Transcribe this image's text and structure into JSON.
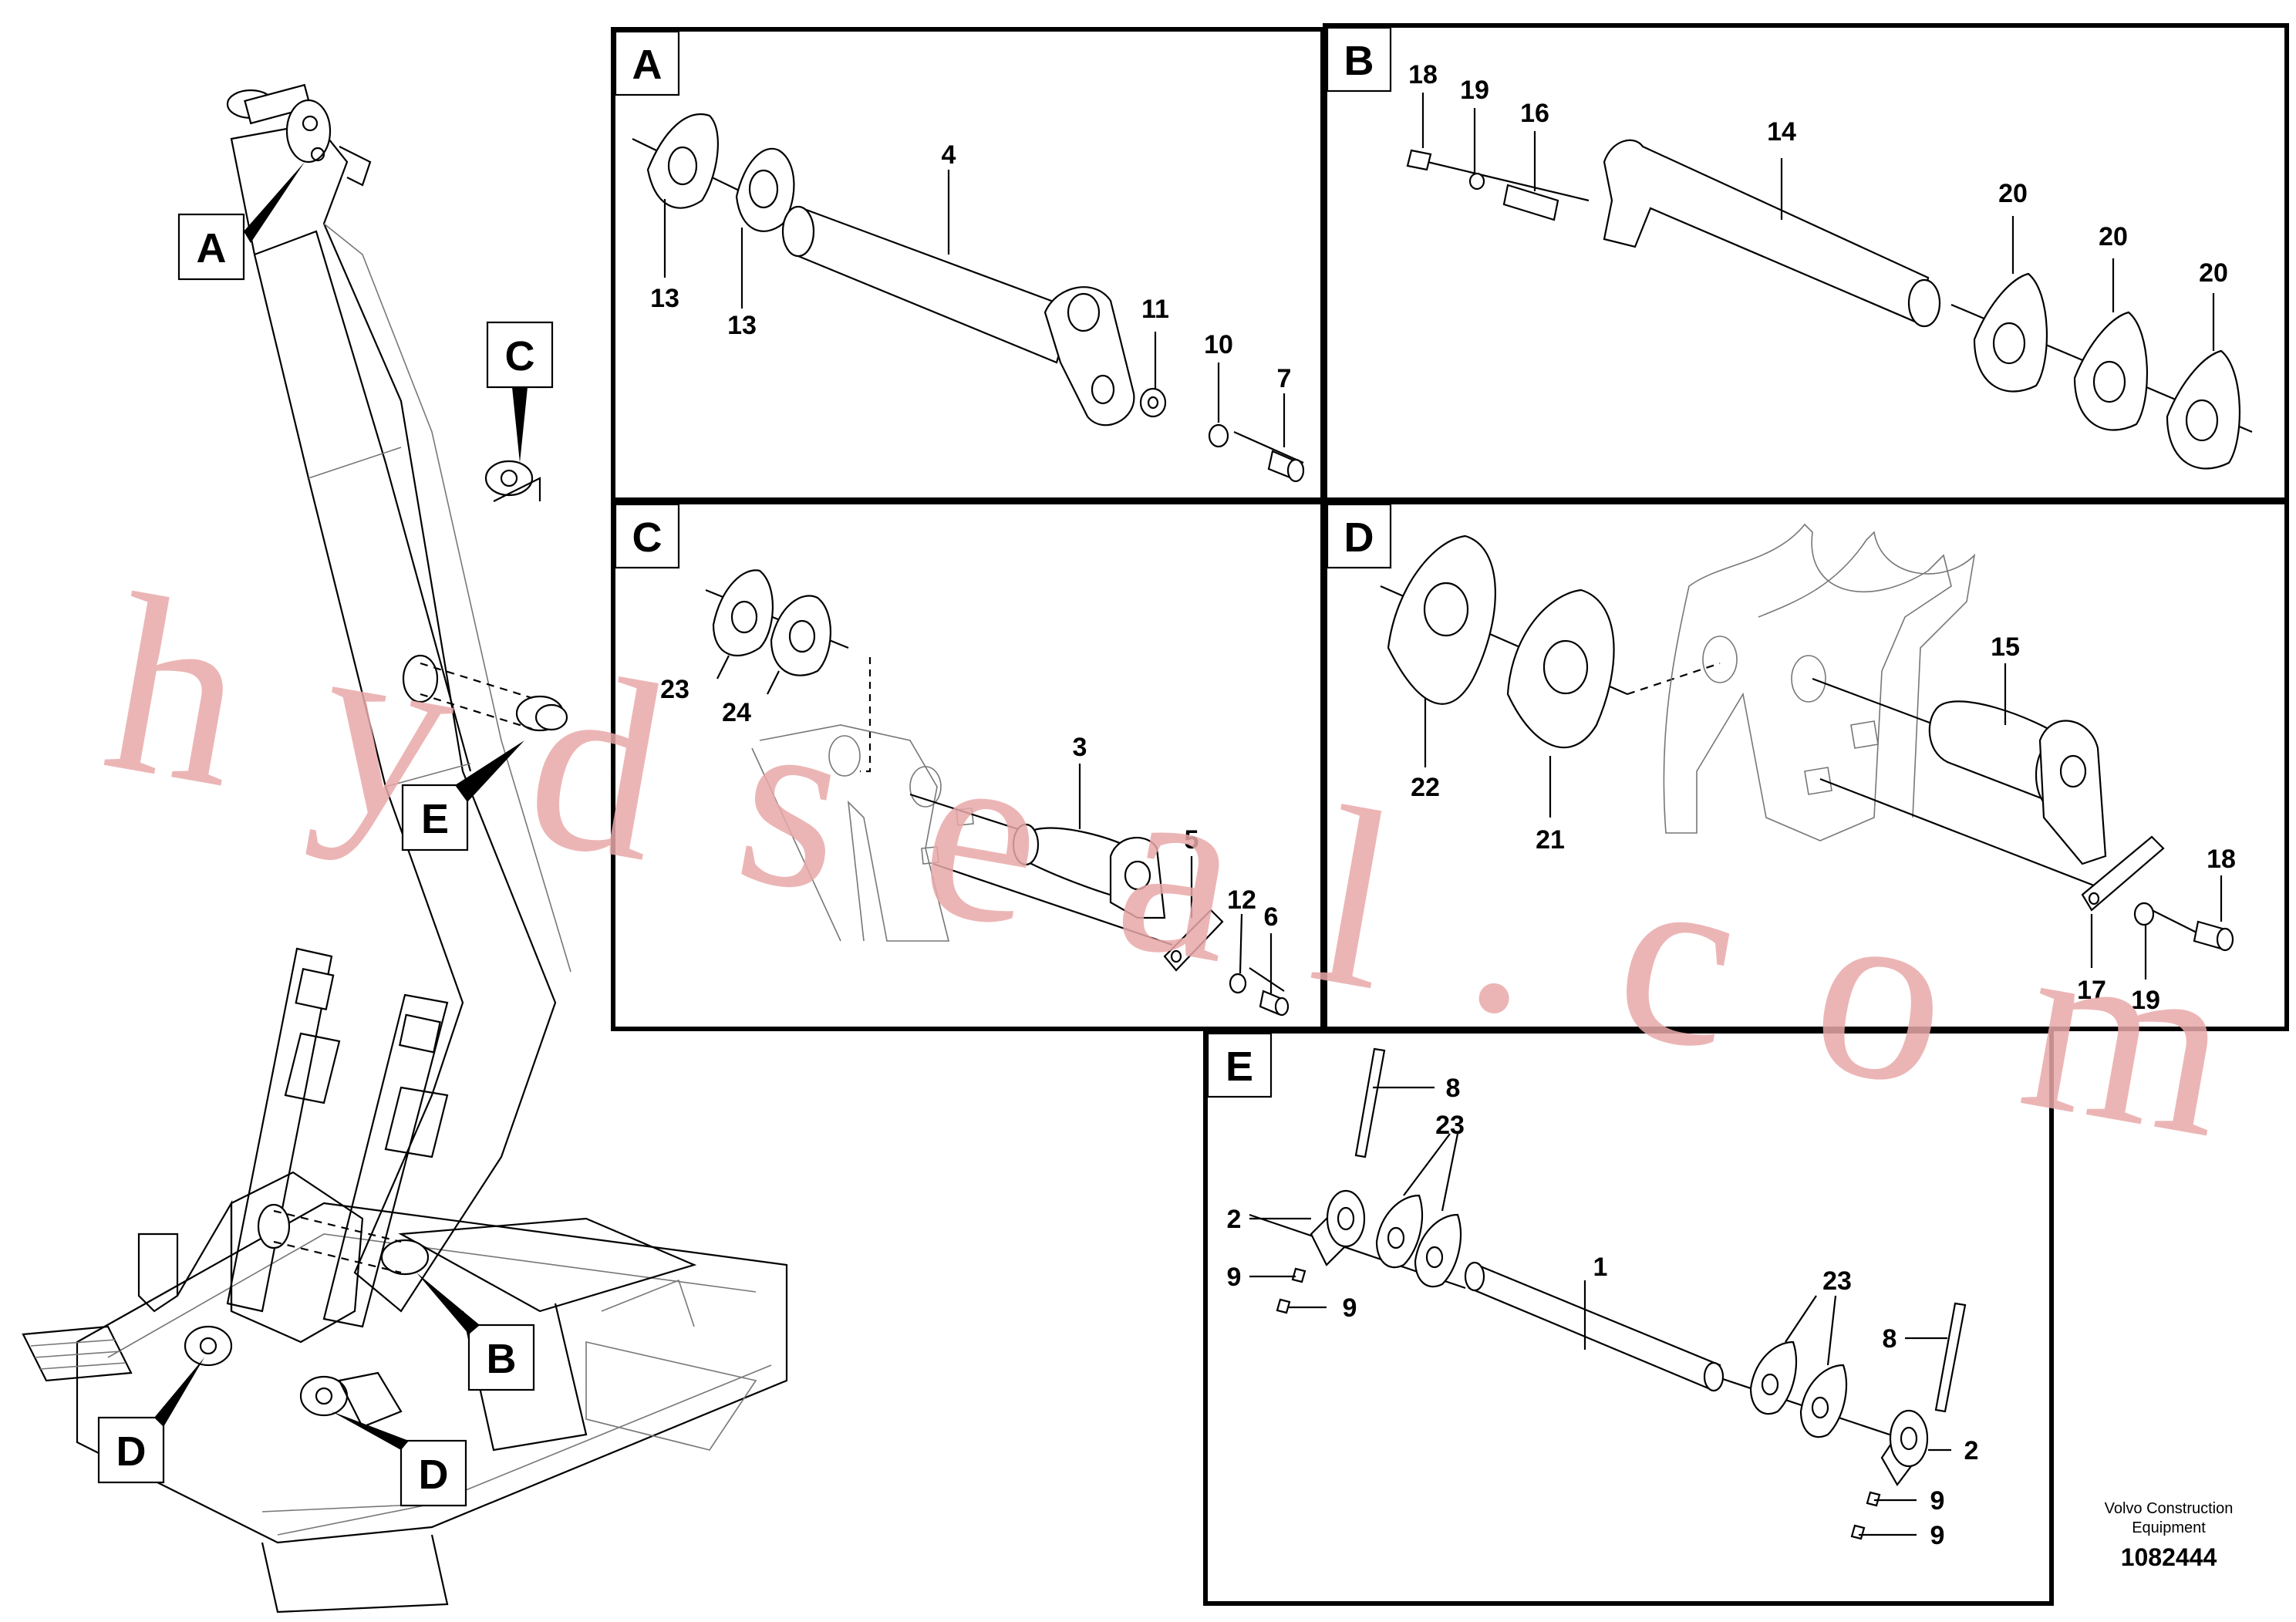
{
  "panels": {
    "A": {
      "tag": "A",
      "labels": {
        "p4": "4",
        "p13a": "13",
        "p13b": "13",
        "p11": "11",
        "p10": "10",
        "p7": "7"
      }
    },
    "B": {
      "tag": "B",
      "labels": {
        "p18": "18",
        "p19": "19",
        "p16": "16",
        "p14": "14",
        "p20a": "20",
        "p20b": "20",
        "p20c": "20"
      }
    },
    "C": {
      "tag": "C",
      "labels": {
        "p23": "23",
        "p24": "24",
        "p3": "3",
        "p5": "5",
        "p12": "12",
        "p6": "6"
      }
    },
    "D": {
      "tag": "D",
      "labels": {
        "p22": "22",
        "p21": "21",
        "p15": "15",
        "p18": "18",
        "p17": "17",
        "p19": "19"
      }
    },
    "E": {
      "tag": "E",
      "labels": {
        "p8a": "8",
        "p23a": "23",
        "p2a": "2",
        "p9a": "9",
        "p9b": "9",
        "p1": "1",
        "p23b": "23",
        "p8b": "8",
        "p2b": "2",
        "p9c": "9",
        "p9d": "9"
      }
    }
  },
  "overview": {
    "callouts": {
      "A": "A",
      "C": "C",
      "E": "E",
      "B": "B",
      "D1": "D",
      "D2": "D"
    }
  },
  "watermark": "hydseal.com",
  "footer": {
    "maker_line1": "Volvo Construction",
    "maker_line2": "Equipment",
    "drawing_id": "1082444"
  }
}
